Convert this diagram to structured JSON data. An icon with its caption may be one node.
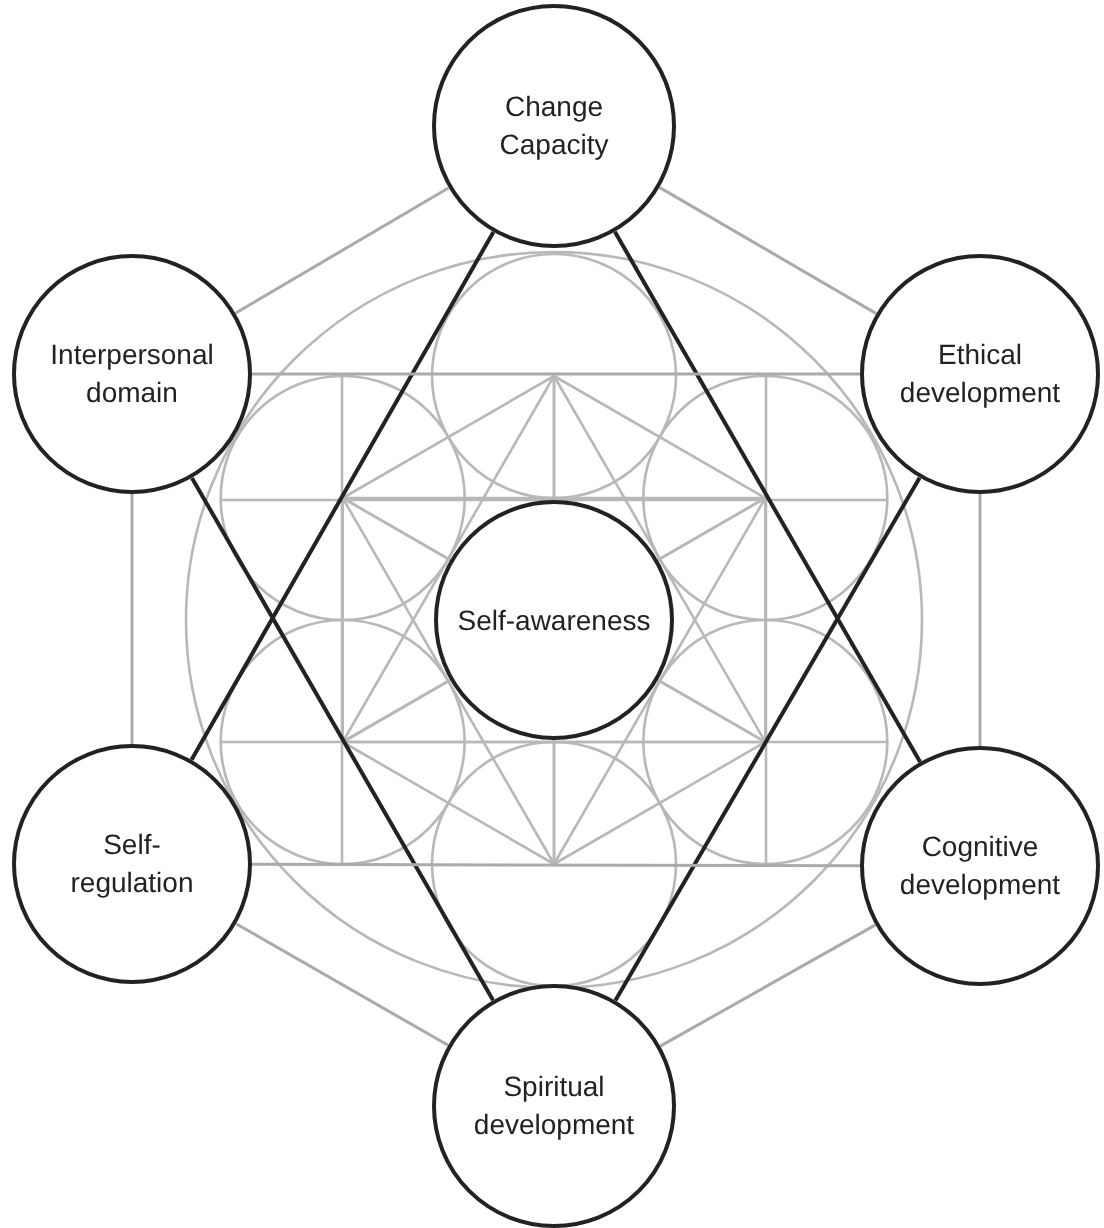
{
  "diagram": {
    "nodes": [
      {
        "text": [
          "Change Capacity"
        ]
      },
      {
        "text": [
          "Interpersonal domain"
        ]
      },
      {
        "text": [
          "Ethical development"
        ]
      },
      {
        "text": [
          "Self-awareness"
        ]
      },
      {
        "text": [
          "Self-regulation"
        ]
      },
      {
        "text": [
          "Cognitive development"
        ]
      },
      {
        "text": [
          "Spiritual development"
        ]
      }
    ],
    "edges": [
      {
        "from": 0,
        "to": 4,
        "arrow": "none",
        "color": "#222222"
      },
      {
        "from": 0,
        "to": 5,
        "arrow": "none",
        "color": "#222222"
      },
      {
        "from": 1,
        "to": 6,
        "arrow": "none",
        "color": "#222222"
      },
      {
        "from": 2,
        "to": 6,
        "arrow": "none",
        "color": "#222222"
      },
      {
        "from": 0,
        "to": 1,
        "arrow": "none"
      },
      {
        "from": 0,
        "to": 2,
        "arrow": "none"
      },
      {
        "from": 1,
        "to": 2,
        "arrow": "none"
      },
      {
        "from": 1,
        "to": 4,
        "arrow": "none"
      },
      {
        "from": 2,
        "to": 5,
        "arrow": "none"
      },
      {
        "from": 4,
        "to": 5,
        "arrow": "none"
      },
      {
        "from": 4,
        "to": 6,
        "arrow": "none"
      },
      {
        "from": 5,
        "to": 6,
        "arrow": "none"
      }
    ]
  }
}
